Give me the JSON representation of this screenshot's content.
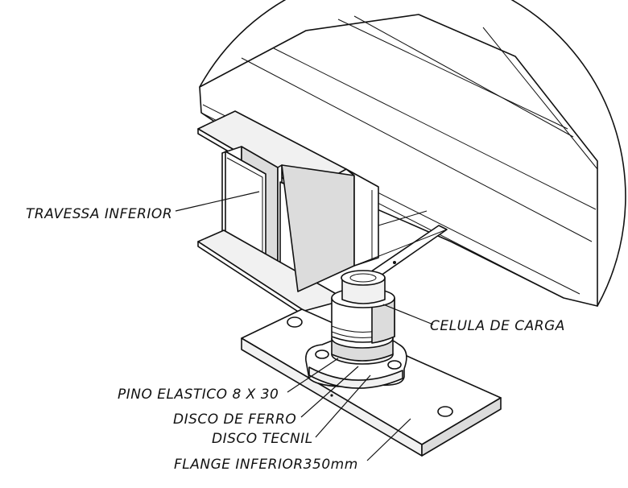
{
  "labels": {
    "travessa": "TRAVESSA INFERIOR",
    "celula": "CELULA DE CARGA",
    "pino": "PINO ELASTICO 8 X 30",
    "disco_ferro": "DISCO DE FERRO",
    "disco_tecnil": "DISCO TECNIL",
    "flange": "FLANGE INFERIOR350mm"
  }
}
